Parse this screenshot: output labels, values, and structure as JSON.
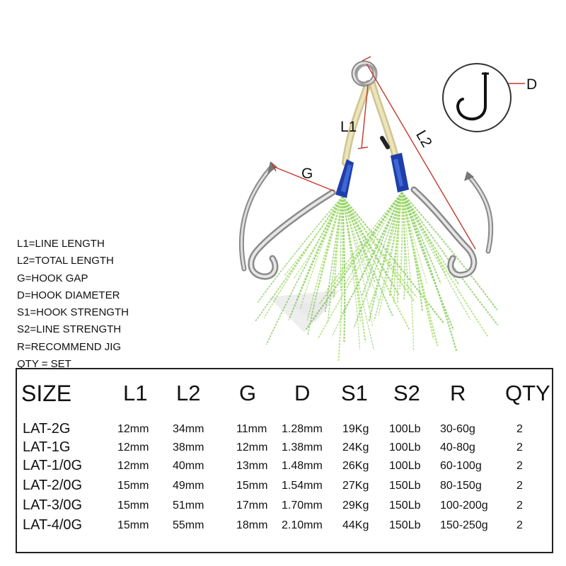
{
  "diagram": {
    "labels": {
      "l1": "L1",
      "l2": "L2",
      "g": "G",
      "d": "D"
    },
    "colors": {
      "measure_line": "#c0392b",
      "steel": "#b9b9b9",
      "wrap": "#1e3fa8",
      "cord": "#d8cfa0",
      "skirt": "#a9e06a"
    }
  },
  "legend": [
    "L1=LINE LENGTH",
    "L2=TOTAL LENGTH",
    "G=HOOK GAP",
    "D=HOOK DIAMETER",
    "S1=HOOK STRENGTH",
    "S2=LINE STRENGTH",
    "R=RECOMMEND JIG",
    "QTY = SET"
  ],
  "table": {
    "headers": [
      "SIZE",
      "L1",
      "L2",
      "G",
      "D",
      "S1",
      "S2",
      "R",
      "QTY"
    ],
    "rows": [
      [
        "LAT-2G",
        "12mm",
        "34mm",
        "11mm",
        "1.28mm",
        "19Kg",
        "100Lb",
        "30-60g",
        "2"
      ],
      [
        "LAT-1G",
        "12mm",
        "38mm",
        "12mm",
        "1.38mm",
        "24Kg",
        "100Lb",
        "40-80g",
        "2"
      ],
      [
        "LAT-1/0G",
        "12mm",
        "40mm",
        "13mm",
        "1.48mm",
        "26Kg",
        "100Lb",
        "60-100g",
        "2"
      ],
      [
        "LAT-2/0G",
        "15mm",
        "49mm",
        "15mm",
        "1.54mm",
        "27Kg",
        "150Lb",
        "80-150g",
        "2"
      ],
      [
        "LAT-3/0G",
        "15mm",
        "51mm",
        "17mm",
        "1.70mm",
        "29Kg",
        "150Lb",
        "100-200g",
        "2"
      ],
      [
        "LAT-4/0G",
        "15mm",
        "55mm",
        "18mm",
        "2.10mm",
        "44Kg",
        "150Lb",
        "150-250g",
        "2"
      ]
    ]
  }
}
